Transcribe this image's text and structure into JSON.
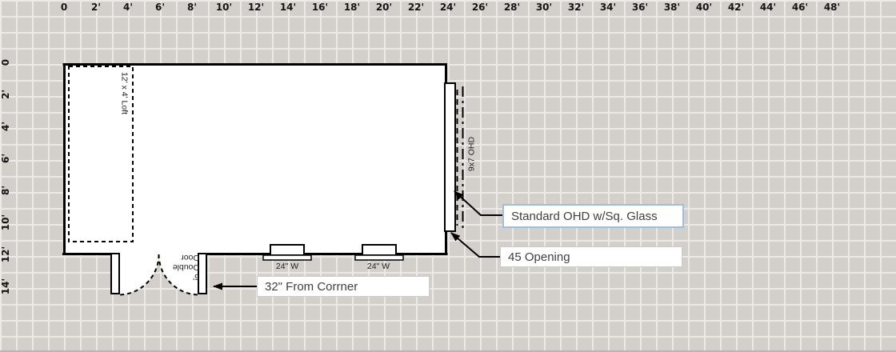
{
  "canvas": {
    "background": "#d3d0cb",
    "grid_line": "#eceae7",
    "wall_color": "#000000"
  },
  "rulers": {
    "top": [
      "0",
      "2'",
      "4'",
      "6'",
      "8'",
      "10'",
      "12'",
      "14'",
      "16'",
      "18'",
      "20'",
      "22'",
      "24'",
      "26'",
      "28'",
      "30'",
      "32'",
      "34'",
      "36'",
      "38'",
      "40'",
      "42'",
      "44'",
      "46'",
      "48'"
    ],
    "left": [
      "0",
      "2'",
      "4'",
      "6'",
      "8'",
      "10'",
      "12'",
      "14'"
    ]
  },
  "plan": {
    "loft_label": "12' x 4' Loft",
    "door_label_lines": [
      "5'",
      "Double",
      "Door"
    ],
    "ohd_label": "9x7 OHD",
    "window1_label": "24\" W",
    "window2_label": "24\" W"
  },
  "annotations": {
    "standard_ohd": {
      "text": "Standard OHD w/Sq. Glass",
      "border": "#9dbfde"
    },
    "opening": {
      "text": "45 Opening",
      "border": "#cbcbcb"
    },
    "corner": {
      "text": "32\" From Corrner",
      "border": "#cbcbcb"
    }
  }
}
